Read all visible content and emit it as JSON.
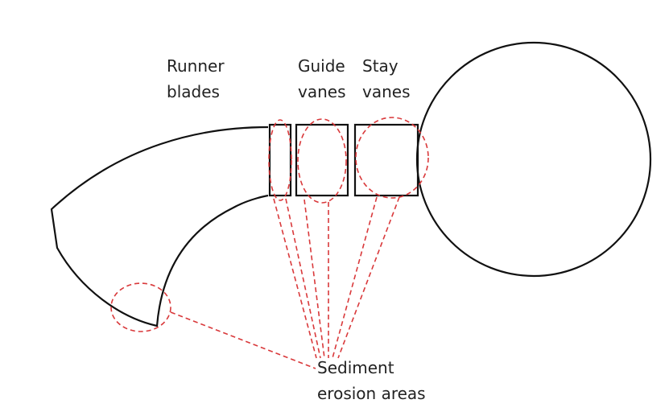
{
  "labels": {
    "runner_blades": [
      "Runner",
      "blades"
    ],
    "guide_vanes": [
      "Guide",
      "vanes"
    ],
    "stay_vanes": [
      "Stay",
      "vanes"
    ],
    "sediment_erosion_areas": [
      "Sediment",
      "erosion areas"
    ]
  },
  "colors": {
    "outline": "#111111",
    "erosion_marker": "#d9393b",
    "text": "#222222"
  }
}
